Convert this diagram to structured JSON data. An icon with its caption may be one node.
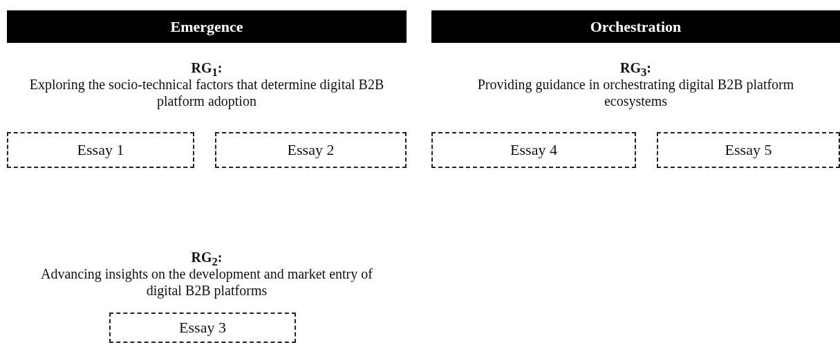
{
  "diagram": {
    "nodes": [
      {
        "text": [
          "Emergence"
        ]
      },
      {
        "text": [
          "Orchestration"
        ]
      },
      {
        "text": [
          "Essay 1"
        ]
      },
      {
        "text": [
          "Essay 2"
        ]
      },
      {
        "text": [
          "Essay 4"
        ]
      },
      {
        "text": [
          "Essay 5"
        ]
      },
      {
        "text": [
          "Essay 3"
        ]
      }
    ],
    "edges": [],
    "labels": [
      "RG$_{1}$:",
      "Exploring the socio-technical factors that determine digital B2B platform adoption",
      "RG$_{3}$:",
      "Providing guidance in orchestrating digital B2B platform ecosystems",
      "RG$_{2}$:",
      "Advancing insights on the development and market entry of digital B2B platforms"
    ]
  }
}
